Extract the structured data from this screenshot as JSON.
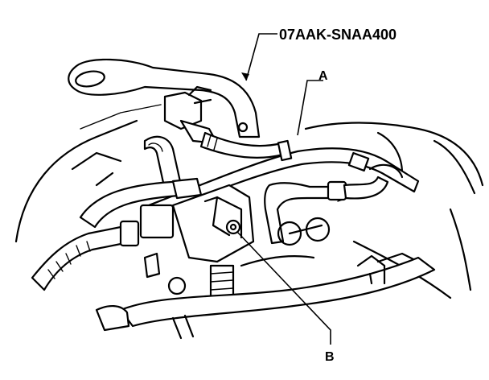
{
  "callouts": {
    "tool": "07AAK-SNAA400",
    "a": "A",
    "b": "B"
  },
  "colors": {
    "ink": "#000000",
    "paper": "#ffffff"
  }
}
